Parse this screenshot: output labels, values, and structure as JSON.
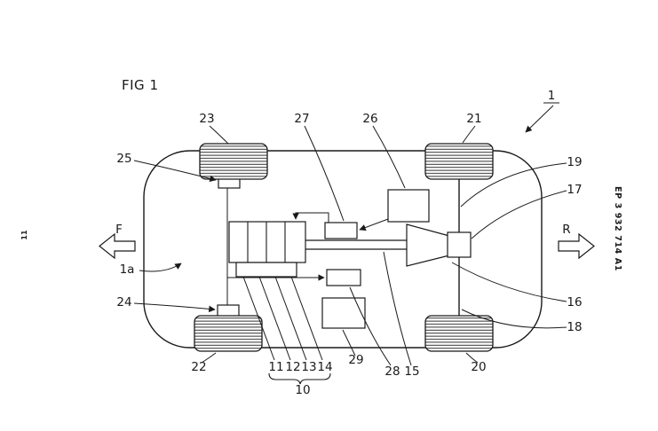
{
  "page": {
    "fig_label": "FIG 1",
    "patent_number": "EP 3 932 714 A1",
    "margin_number": "11"
  },
  "arrows": {
    "front_label": "F",
    "rear_label": "R"
  },
  "refs": {
    "r1": "1",
    "r1a": "1a",
    "r10": "10",
    "r11": "11",
    "r12": "12",
    "r13": "13",
    "r14": "14",
    "r15": "15",
    "r16": "16",
    "r17": "17",
    "r18": "18",
    "r19": "19",
    "r20": "20",
    "r21": "21",
    "r22": "22",
    "r23": "23",
    "r24": "24",
    "r25": "25",
    "r26": "26",
    "r27": "27",
    "r28": "28",
    "r29": "29"
  }
}
